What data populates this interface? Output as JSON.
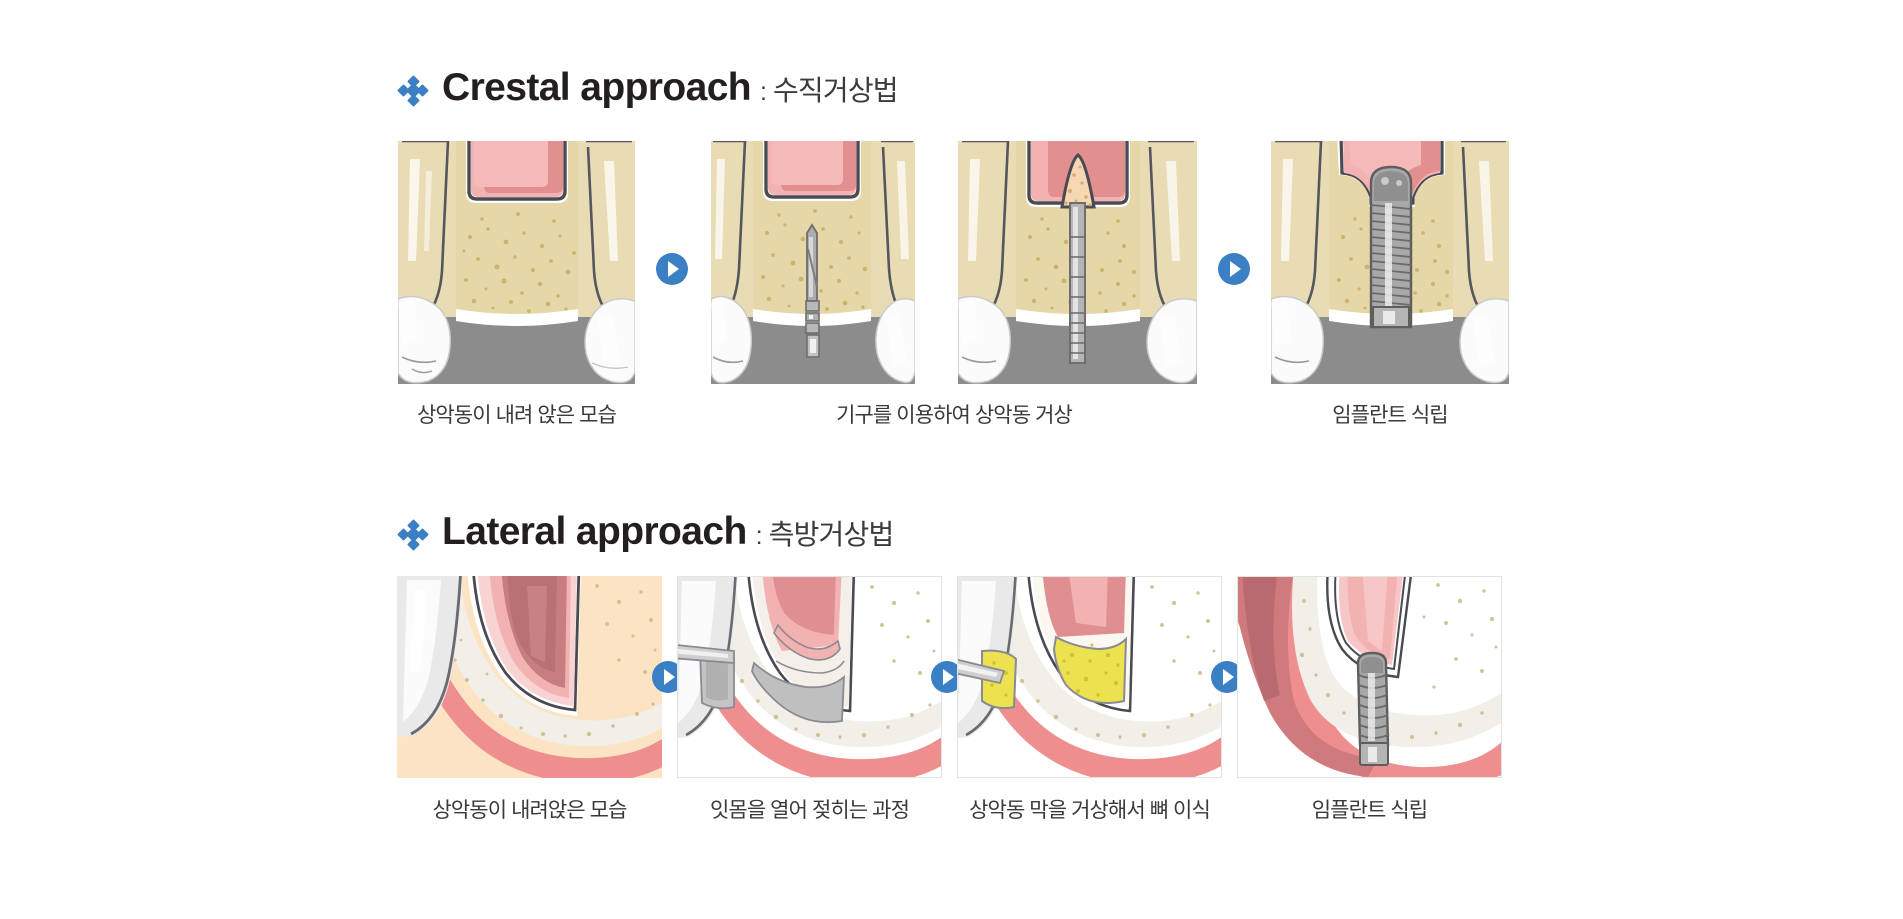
{
  "theme": {
    "accent_blue": "#3b7fc4",
    "heading_color": "#231f20",
    "caption_color": "#3a3a3a",
    "bone_tan": "#e6d7a8",
    "bone_tan_light": "#ede0ba",
    "sinus_pink": "#f0a7a7",
    "sinus_pink_dark": "#e08f90",
    "tooth_white": "#fbfbfb",
    "gray_bg": "#8c8c8c",
    "metal_gray": "#9a9a9a",
    "graft_yellow": "#ece14f",
    "gum_pink": "#f09494",
    "lateral_bg_peach": "#fbe3c4",
    "panel_border": "#e3e3e3"
  },
  "sections": [
    {
      "id": "crestal",
      "heading": {
        "english": "Crestal approach",
        "separator": ":",
        "korean": "수직거상법",
        "bullet_icon": "diamond-cluster-icon"
      },
      "steps": [
        {
          "caption": "상악동이 내려 앉은 모습",
          "illustration": "crestal-sunken-sinus"
        },
        {
          "caption": "기구를 이용하여 상악동 거상",
          "illustration": "crestal-osteotome-insert"
        },
        {
          "caption": "",
          "illustration": "crestal-sinus-lifted"
        },
        {
          "caption": "임플란트 식립",
          "illustration": "crestal-implant-placed"
        }
      ],
      "arrows": [
        "play-arrow-icon",
        "play-arrow-icon"
      ]
    },
    {
      "id": "lateral",
      "heading": {
        "english": "Lateral approach",
        "separator": ":",
        "korean": "측방거상법",
        "bullet_icon": "diamond-cluster-icon"
      },
      "steps": [
        {
          "caption": "상악동이 내려앉은 모습",
          "illustration": "lateral-sunken-sinus"
        },
        {
          "caption": "잇몸을 열어 젖히는 과정",
          "illustration": "lateral-flap-opened"
        },
        {
          "caption": "상악동 막을 거상해서 뼈 이식",
          "illustration": "lateral-graft-placed"
        },
        {
          "caption": "임플란트 식립",
          "illustration": "lateral-implant-placed"
        }
      ],
      "arrows": [
        "play-arrow-icon",
        "play-arrow-icon",
        "play-arrow-icon"
      ]
    }
  ]
}
